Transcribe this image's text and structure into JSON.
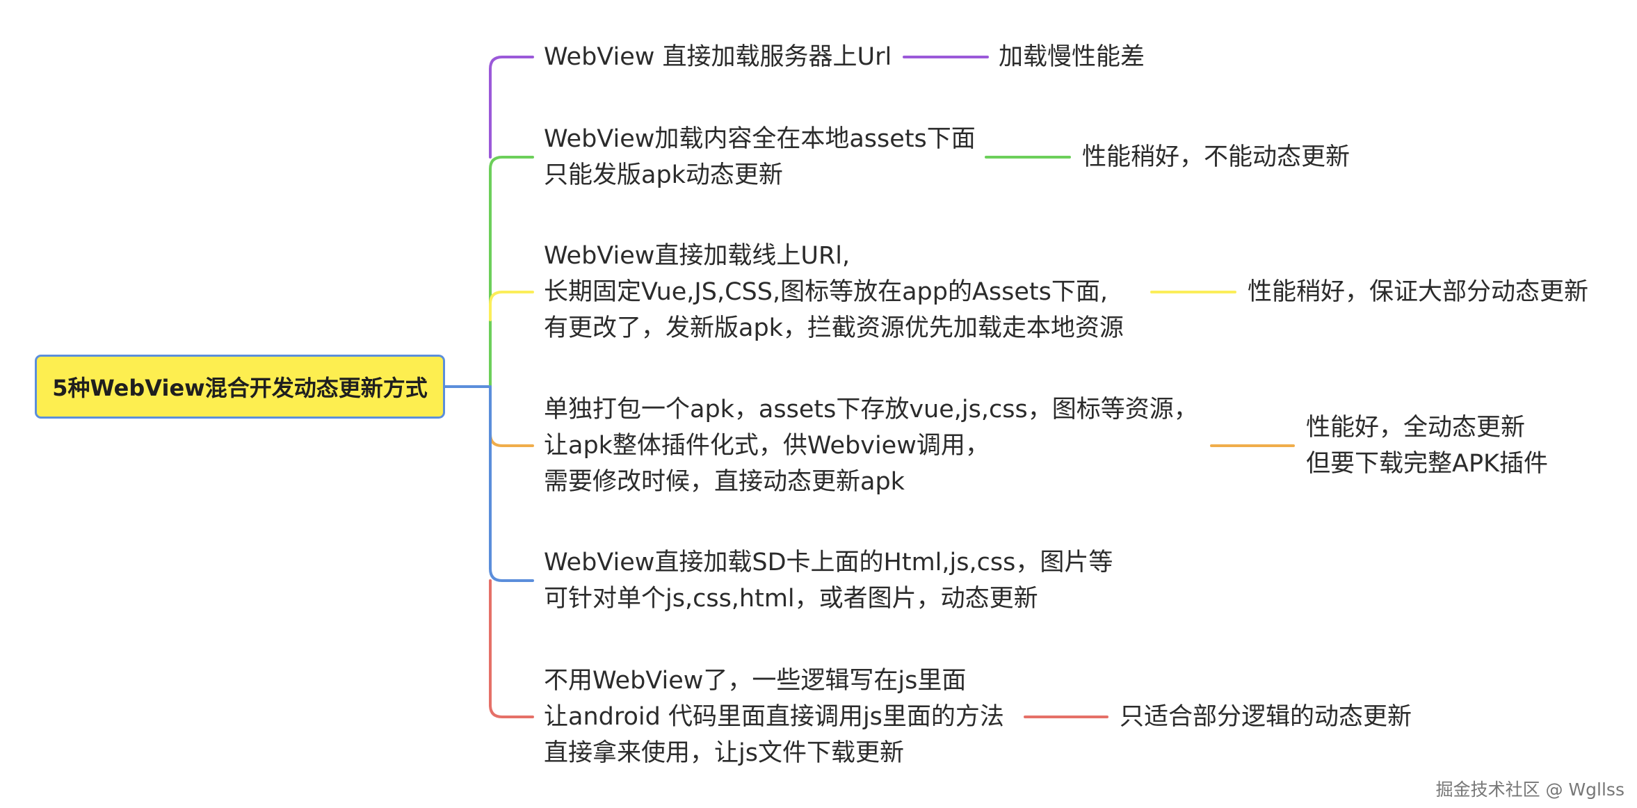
{
  "root": {
    "label": "5种WebView混合开发动态更新方式"
  },
  "colors": {
    "root_fill": "#fdee50",
    "root_border": "#5b8edb",
    "branch_purple": "#9b59d9",
    "branch_green": "#6ccf5a",
    "branch_yellow": "#fbee5a",
    "branch_orange": "#f0ad4b",
    "branch_blue": "#5b8edb",
    "branch_red": "#e57068"
  },
  "branches": [
    {
      "lines": [
        "WebView 直接加载服务器上Url"
      ],
      "leaf": [
        "加载慢性能差"
      ]
    },
    {
      "lines": [
        "WebView加载内容全在本地assets下面",
        "只能发版apk动态更新"
      ],
      "leaf": [
        "性能稍好，不能动态更新"
      ]
    },
    {
      "lines": [
        "WebView直接加载线上URl,",
        "长期固定Vue,JS,CSS,图标等放在app的Assets下面,",
        "有更改了，发新版apk，拦截资源优先加载走本地资源"
      ],
      "leaf": [
        "性能稍好，保证大部分动态更新"
      ]
    },
    {
      "lines": [
        "单独打包一个apk，assets下存放vue,js,css，图标等资源，",
        "让apk整体插件化式，供Webview调用，",
        "需要修改时候，直接动态更新apk"
      ],
      "leaf": [
        "性能好，全动态更新",
        "但要下载完整APK插件"
      ]
    },
    {
      "lines": [
        "WebView直接加载SD卡上面的Html,js,css，图片等",
        "可针对单个js,css,html，或者图片，动态更新"
      ],
      "leaf": []
    },
    {
      "lines": [
        "不用WebView了，一些逻辑写在js里面",
        "让android 代码里面直接调用js里面的方法",
        "直接拿来使用，让js文件下载更新"
      ],
      "leaf": [
        "只适合部分逻辑的动态更新"
      ]
    }
  ],
  "watermark": "掘金技术社区 @ Wgllss"
}
